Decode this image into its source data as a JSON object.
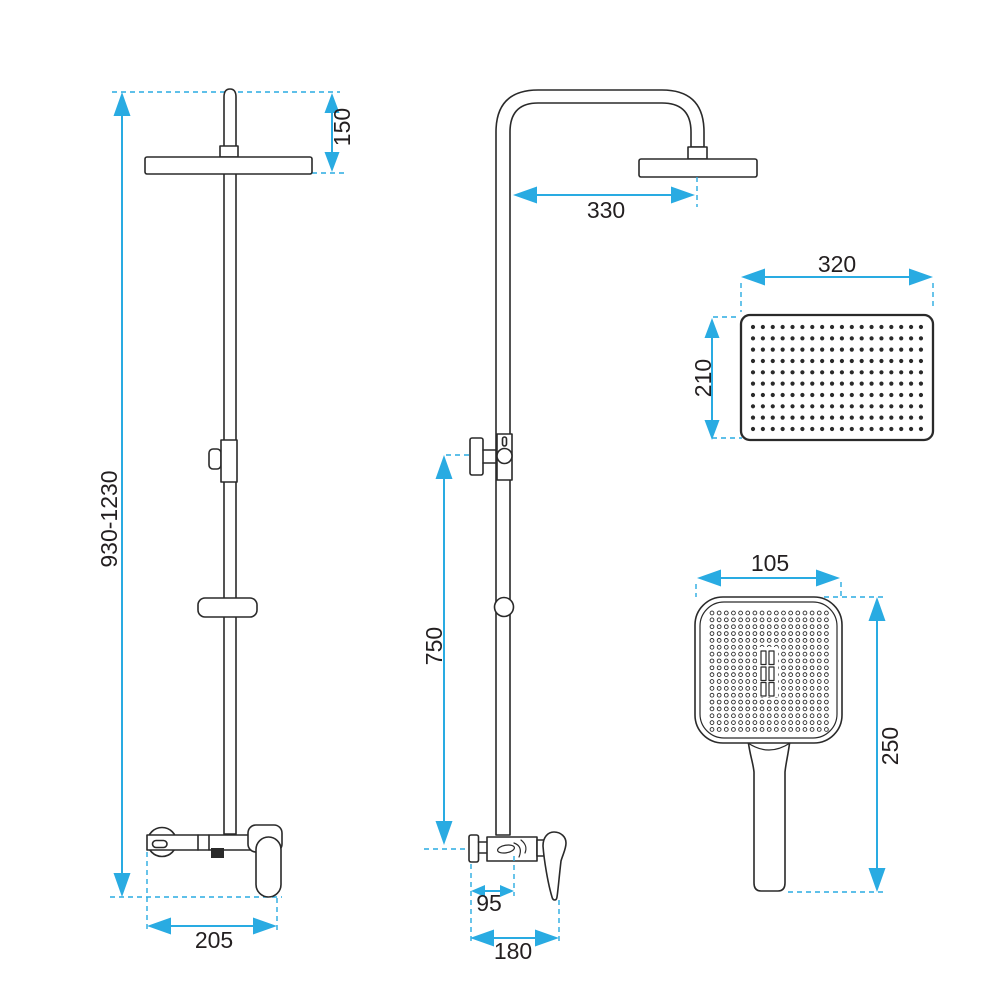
{
  "colors": {
    "accent": "#29ABE2",
    "line": "#2A2A2A",
    "text": "#231F20",
    "background": "#FFFFFF"
  },
  "views": {
    "column_side": {
      "dims": {
        "total_height": "930-1230",
        "head_to_top": "150",
        "mixer_width": "205"
      }
    },
    "column_front": {
      "dims": {
        "arm_reach": "330",
        "rail_height": "750",
        "wall_to_spout": "95",
        "mixer_depth": "180"
      }
    },
    "rain_head_top": {
      "dims": {
        "width": "320",
        "depth": "210"
      }
    },
    "hand_shower": {
      "dims": {
        "width": "105",
        "length": "250"
      }
    }
  }
}
